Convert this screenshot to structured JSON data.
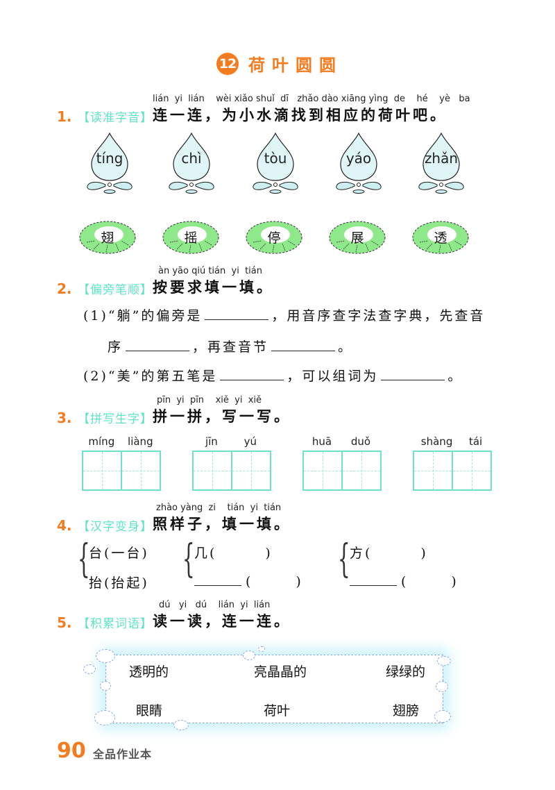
{
  "lesson": {
    "number": "12",
    "title": "荷叶圆圆"
  },
  "questions": [
    {
      "number": "1.",
      "tag": "【读准字音】",
      "text": "连一连，为小水滴找到相应的荷叶吧。",
      "pinyin": "lián  yi  lián    wèi xiǎo shuǐ  dī   zhǎo dào xiāng yìng  de    hé    yè   ba",
      "drops": [
        "tíng",
        "chì",
        "tòu",
        "yáo",
        "zhǎn"
      ],
      "leaves": [
        "翅",
        "摇",
        "停",
        "展",
        "透"
      ]
    },
    {
      "number": "2.",
      "tag": "【偏旁笔顺】",
      "text": "按要求填一填。",
      "pinyin": "àn yāo qiú tián  yi  tián",
      "items": {
        "item1_part1": "(1)“躺”的偏旁是",
        "item1_part2": "，用音序查字法查字典，先查音",
        "item1_part3": "序",
        "item1_part4": "，再查音节",
        "item1_part5": "。",
        "item2_part1": "(2)“美”的第五笔是",
        "item2_part2": "，可以组词为",
        "item2_part3": "。"
      }
    },
    {
      "number": "3.",
      "tag": "【拼写生字】",
      "text": "拼一拼，写一写。",
      "pinyin": "pīn  yi  pīn    xiě  yi  xiě",
      "groups": [
        {
          "a": "míng",
          "b": "liàng"
        },
        {
          "a": "jīn",
          "b": "yú"
        },
        {
          "a": "huā",
          "b": "duǒ"
        },
        {
          "a": "shàng",
          "b": "tái"
        }
      ]
    },
    {
      "number": "4.",
      "tag": "【汉字变身】",
      "text": "照样子，填一填。",
      "pinyin": "zhào yàng  zi    tián  yi  tián",
      "example": {
        "line1": "台(一台)",
        "line2": "抬(抬起)"
      },
      "task1": {
        "char": "几(",
        "close": ")",
        "open2": "(",
        "close2": ")"
      },
      "task2": {
        "char": "方(",
        "close": ")",
        "open2": "(",
        "close2": ")"
      }
    },
    {
      "number": "5.",
      "tag": "【积累词语】",
      "text": "读一读，连一连。",
      "pinyin": "dú   yi   dú    lián  yi  lián",
      "top_words": [
        "透明的",
        "亮晶晶的",
        "绿绿的"
      ],
      "bottom_words": [
        "眼睛",
        "荷叶",
        "翅膀"
      ]
    }
  ],
  "footer": {
    "page": "90",
    "book": "全品作业本"
  },
  "colors": {
    "orange": "#f47c20",
    "teal": "#5fe3c6",
    "leaf_green": "#8fe88a",
    "drop_blue": "#dff5f7"
  }
}
